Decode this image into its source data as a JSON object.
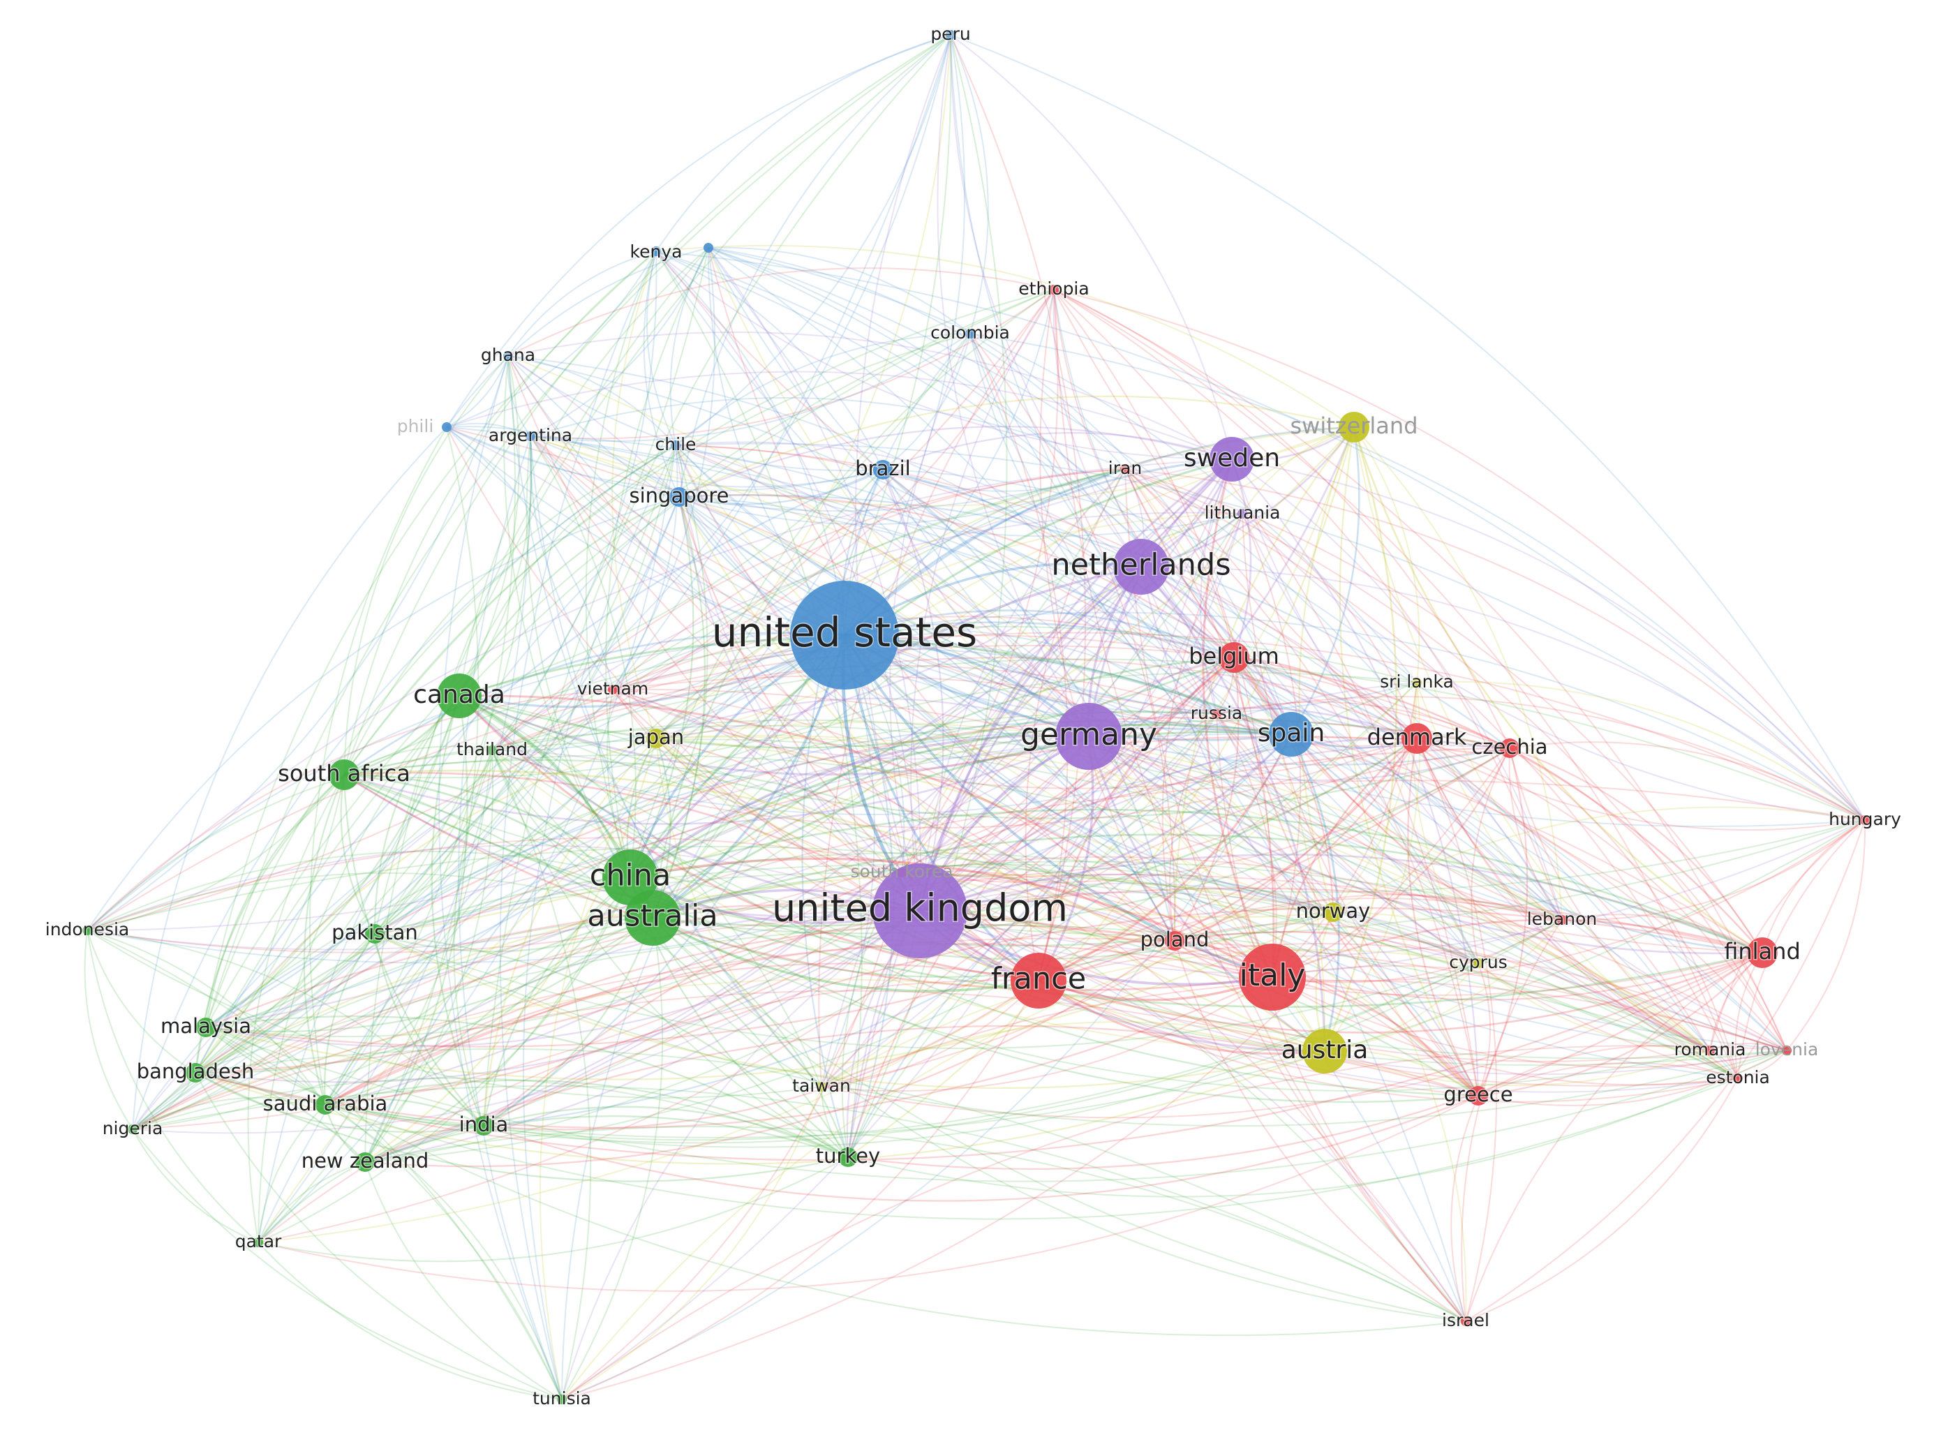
{
  "network": {
    "cluster_colors": {
      "red": "#e8474d",
      "green": "#3fae3f",
      "blue": "#4a8fcf",
      "yellow": "#c2c21f",
      "purple": "#9b6fd1"
    },
    "nodes": [
      {
        "id": "peru",
        "label": "peru",
        "cluster": "blue",
        "size": 1
      },
      {
        "id": "kenya",
        "label": "kenya",
        "cluster": "blue",
        "size": 1
      },
      {
        "id": "uganda",
        "label": "",
        "cluster": "blue",
        "size": 1
      },
      {
        "id": "ethiopia",
        "label": "ethiopia",
        "cluster": "red",
        "size": 1
      },
      {
        "id": "colombia",
        "label": "colombia",
        "cluster": "blue",
        "size": 1
      },
      {
        "id": "ghana",
        "label": "ghana",
        "cluster": "blue",
        "size": 1
      },
      {
        "id": "philippines",
        "label": "phili",
        "cluster": "blue",
        "size": 1,
        "faded": true
      },
      {
        "id": "argentina",
        "label": "argentina",
        "cluster": "blue",
        "size": 1
      },
      {
        "id": "chile",
        "label": "chile",
        "cluster": "blue",
        "size": 1
      },
      {
        "id": "brazil",
        "label": "brazil",
        "cluster": "blue",
        "size": 2
      },
      {
        "id": "singapore",
        "label": "singapore",
        "cluster": "blue",
        "size": 2
      },
      {
        "id": "switzerland",
        "label": "switzerland",
        "cluster": "yellow",
        "size": 3,
        "grey": true
      },
      {
        "id": "iran",
        "label": "iran",
        "cluster": "red",
        "size": 1
      },
      {
        "id": "sweden",
        "label": "sweden",
        "cluster": "purple",
        "size": 4
      },
      {
        "id": "lithuania",
        "label": "lithuania",
        "cluster": "purple",
        "size": 1
      },
      {
        "id": "netherlands",
        "label": "netherlands",
        "cluster": "purple",
        "size": 5
      },
      {
        "id": "united-states",
        "label": "united states",
        "cluster": "blue",
        "size": 10
      },
      {
        "id": "belgium",
        "label": "belgium",
        "cluster": "red",
        "size": 3
      },
      {
        "id": "sri-lanka",
        "label": "sri lanka",
        "cluster": "yellow",
        "size": 1
      },
      {
        "id": "canada",
        "label": "canada",
        "cluster": "green",
        "size": 4
      },
      {
        "id": "vietnam",
        "label": "vietnam",
        "cluster": "red",
        "size": 1
      },
      {
        "id": "russia",
        "label": "russia",
        "cluster": "red",
        "size": 1
      },
      {
        "id": "japan",
        "label": "japan",
        "cluster": "yellow",
        "size": 2
      },
      {
        "id": "germany",
        "label": "germany",
        "cluster": "purple",
        "size": 6
      },
      {
        "id": "spain",
        "label": "spain",
        "cluster": "blue",
        "size": 4
      },
      {
        "id": "denmark",
        "label": "denmark",
        "cluster": "red",
        "size": 3
      },
      {
        "id": "czechia",
        "label": "czechia",
        "cluster": "red",
        "size": 2
      },
      {
        "id": "thailand",
        "label": "thailand",
        "cluster": "green",
        "size": 1
      },
      {
        "id": "south-africa",
        "label": "south africa",
        "cluster": "green",
        "size": 3
      },
      {
        "id": "hungary",
        "label": "hungary",
        "cluster": "red",
        "size": 1
      },
      {
        "id": "china",
        "label": "china",
        "cluster": "green",
        "size": 5
      },
      {
        "id": "south-korea",
        "label": "south korea",
        "cluster": "red",
        "size": 1,
        "grey": true
      },
      {
        "id": "united-kingdom",
        "label": "united kingdom",
        "cluster": "purple",
        "size": 9
      },
      {
        "id": "australia",
        "label": "australia",
        "cluster": "green",
        "size": 5
      },
      {
        "id": "norway",
        "label": "norway",
        "cluster": "yellow",
        "size": 2
      },
      {
        "id": "lebanon",
        "label": "lebanon",
        "cluster": "red",
        "size": 1
      },
      {
        "id": "finland",
        "label": "finland",
        "cluster": "red",
        "size": 3
      },
      {
        "id": "indonesia",
        "label": "indonesia",
        "cluster": "green",
        "size": 1
      },
      {
        "id": "pakistan",
        "label": "pakistan",
        "cluster": "green",
        "size": 2
      },
      {
        "id": "poland",
        "label": "poland",
        "cluster": "red",
        "size": 2
      },
      {
        "id": "italy",
        "label": "italy",
        "cluster": "red",
        "size": 6
      },
      {
        "id": "cyprus",
        "label": "cyprus",
        "cluster": "yellow",
        "size": 1
      },
      {
        "id": "france",
        "label": "france",
        "cluster": "red",
        "size": 5
      },
      {
        "id": "malaysia",
        "label": "malaysia",
        "cluster": "green",
        "size": 2
      },
      {
        "id": "austria",
        "label": "austria",
        "cluster": "yellow",
        "size": 4
      },
      {
        "id": "romania",
        "label": "romania",
        "cluster": "red",
        "size": 1
      },
      {
        "id": "slovenia",
        "label": "lovenia",
        "cluster": "red",
        "size": 1,
        "grey": true
      },
      {
        "id": "bangladesh",
        "label": "bangladesh",
        "cluster": "green",
        "size": 2
      },
      {
        "id": "estonia",
        "label": "estonia",
        "cluster": "red",
        "size": 1
      },
      {
        "id": "taiwan",
        "label": "taiwan",
        "cluster": "yellow",
        "size": 1
      },
      {
        "id": "saudi-arabia",
        "label": "saudi arabia",
        "cluster": "green",
        "size": 2
      },
      {
        "id": "greece",
        "label": "greece",
        "cluster": "red",
        "size": 2
      },
      {
        "id": "nigeria",
        "label": "nigeria",
        "cluster": "green",
        "size": 1
      },
      {
        "id": "india",
        "label": "india",
        "cluster": "green",
        "size": 2
      },
      {
        "id": "new-zealand",
        "label": "new zealand",
        "cluster": "green",
        "size": 2
      },
      {
        "id": "turkey",
        "label": "turkey",
        "cluster": "green",
        "size": 2
      },
      {
        "id": "qatar",
        "label": "qatar",
        "cluster": "green",
        "size": 1
      },
      {
        "id": "israel",
        "label": "israel",
        "cluster": "red",
        "size": 1
      },
      {
        "id": "tunisia",
        "label": "tunisia",
        "cluster": "green",
        "size": 1
      }
    ]
  }
}
